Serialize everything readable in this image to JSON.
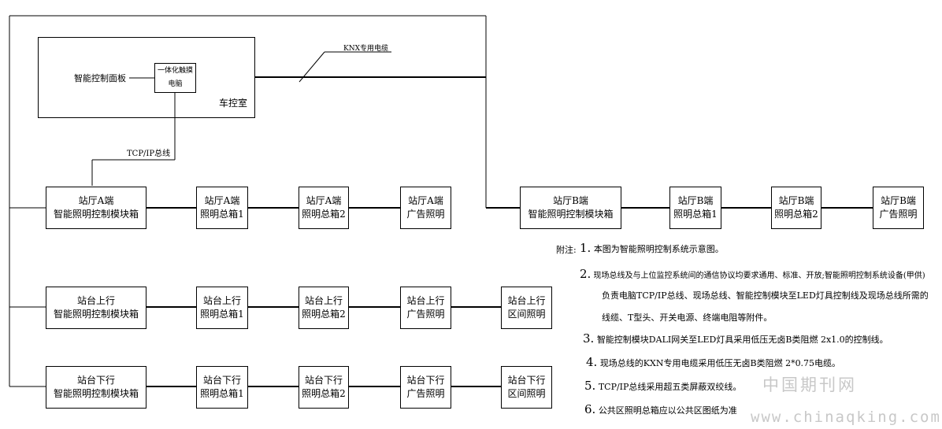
{
  "control_room": {
    "label": "车控室",
    "panel": "智能控制面板",
    "computer": "一体化触摸电脑"
  },
  "bus_labels": {
    "knx": "KNX专用电缆",
    "tcpip": "TCP/IP总线"
  },
  "rows": {
    "hall_a": [
      {
        "line1": "站厅A端",
        "line2": "智能照明控制模块箱"
      },
      {
        "line1": "站厅A端",
        "line2": "照明总箱1"
      },
      {
        "line1": "站厅A端",
        "line2": "照明总箱2"
      },
      {
        "line1": "站厅A端",
        "line2": "广告照明"
      }
    ],
    "hall_b": [
      {
        "line1": "站厅B端",
        "line2": "智能照明控制模块箱"
      },
      {
        "line1": "站厅B端",
        "line2": "照明总箱1"
      },
      {
        "line1": "站厅B端",
        "line2": "照明总箱2"
      },
      {
        "line1": "站厅B端",
        "line2": "广告照明"
      }
    ],
    "platform_up": [
      {
        "line1": "站台上行",
        "line2": "智能照明控制模块箱"
      },
      {
        "line1": "站台上行",
        "line2": "照明总箱1"
      },
      {
        "line1": "站台上行",
        "line2": "照明总箱2"
      },
      {
        "line1": "站台上行",
        "line2": "广告照明"
      },
      {
        "line1": "站台上行",
        "line2": "区间照明"
      }
    ],
    "platform_down": [
      {
        "line1": "站台下行",
        "line2": "智能照明控制模块箱"
      },
      {
        "line1": "站台下行",
        "line2": "照明总箱1"
      },
      {
        "line1": "站台下行",
        "line2": "照明总箱2"
      },
      {
        "line1": "站台下行",
        "line2": "广告照明"
      },
      {
        "line1": "站台下行",
        "line2": "区间照明"
      }
    ]
  },
  "notes": {
    "prefix": "附注:",
    "items": [
      {
        "num": "1.",
        "lines": [
          "本图为智能照明控制系统示意图。"
        ]
      },
      {
        "num": "2.",
        "lines": [
          "现场总线及与上位监控系统间的通信协议均要求通用、标准、开放;智能照明控制系统设备(甲供)",
          "负责电脑TCP/IP总线、现场总线、智能控制模块至LED灯具控制线及现场总线所需的",
          "线缆、T型头、开关电源、终端电阻等附件。"
        ]
      },
      {
        "num": "3.",
        "lines": [
          "智能控制模块DALI网关至LED灯具采用低压无卤B类阻燃 2x1.0的控制线。"
        ]
      },
      {
        "num": "4.",
        "lines": [
          "现场总线的KXN专用电缆采用低压无卤B类阻燃 2*0.75电缆。"
        ]
      },
      {
        "num": "5.",
        "lines": [
          "TCP/IP总线采用超五类屏蔽双绞线。"
        ]
      },
      {
        "num": "6.",
        "lines": [
          "公共区照明总箱应以公共区图纸为准"
        ]
      }
    ]
  },
  "watermark": {
    "cn": "中国期刊网",
    "url": "www.chinaqking.com"
  }
}
